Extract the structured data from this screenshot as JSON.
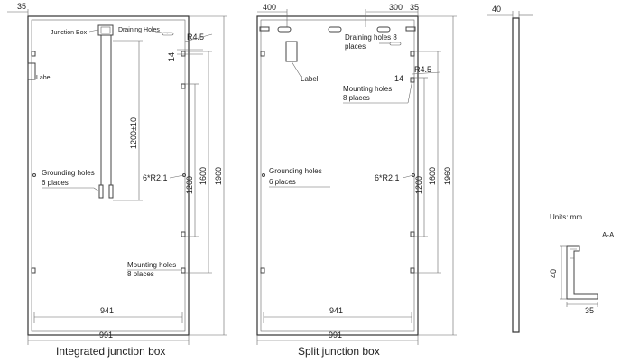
{
  "left_panel": {
    "caption": "Integrated junction box",
    "dim_top_35": "35",
    "junction_box": "Junction Box",
    "draining_holes": "Draining Holes",
    "r45": "R4.5",
    "dim_14": "14",
    "label": "Label",
    "cable_len": "1200±10",
    "grounding_1": "Grounding holes",
    "grounding_2": "6 places",
    "r21": "6*R2.1",
    "dim_1200": "1200",
    "dim_1600": "1600",
    "dim_1960": "1960",
    "mounting_1": "Mounting holes",
    "mounting_2": "8 places",
    "dim_941": "941",
    "dim_991": "991"
  },
  "right_panel": {
    "caption": "Split junction box",
    "dim_400": "400",
    "dim_300": "300",
    "dim_35": "35",
    "draining_1": "Draining holes 8",
    "draining_2": "places",
    "r45": "R4.5",
    "dim_14": "14",
    "mounting_1": "Mounting holes",
    "mounting_2": "8 places",
    "label": "Label",
    "grounding_1": "Grounding holes",
    "grounding_2": "6 places",
    "r21": "6*R2.1",
    "dim_1200": "1200",
    "dim_1600": "1600",
    "dim_1960": "1960",
    "dim_941": "941",
    "dim_991": "991"
  },
  "side_view": {
    "dim_40": "40",
    "units": "Units: mm",
    "section": "A-A",
    "dim_40_vert": "40",
    "dim_35": "35"
  }
}
